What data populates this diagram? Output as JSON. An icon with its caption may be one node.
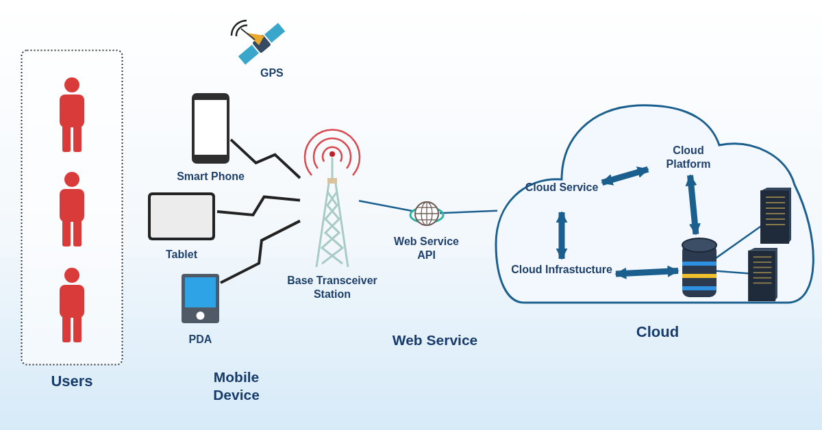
{
  "diagram": {
    "nodes": [
      {
        "text": [
          "Users"
        ]
      },
      {
        "text": [],
        "shape": "person",
        "in": 0
      },
      {
        "text": [],
        "shape": "person",
        "in": 0
      },
      {
        "text": [],
        "shape": "person",
        "in": 0
      },
      {
        "text": [
          "GPS"
        ]
      },
      {
        "text": [
          "Smart Phone"
        ]
      },
      {
        "text": [
          "Tablet"
        ]
      },
      {
        "text": [
          "PDA"
        ]
      },
      {
        "text": [
          "Base Transceiver Station"
        ]
      },
      {
        "text": [
          "Web Service API"
        ]
      },
      {
        "text": [
          "Cloud"
        ]
      },
      {
        "text": [
          "Cloud Service"
        ],
        "in": 10
      },
      {
        "text": [
          "Cloud Platform"
        ],
        "in": 10
      },
      {
        "text": [
          "Cloud Infrastucture"
        ],
        "in": 10
      },
      {
        "text": [],
        "shape": "cylinder",
        "in": 10
      },
      {
        "text": [],
        "shape": "box",
        "in": 10
      },
      {
        "text": [],
        "shape": "box",
        "in": 10
      }
    ],
    "edges": [
      {
        "from": 5,
        "to": 8,
        "arrow": "none",
        "color": "#222222"
      },
      {
        "from": 6,
        "to": 8,
        "arrow": "none",
        "color": "#222222"
      },
      {
        "from": 7,
        "to": 8,
        "arrow": "none",
        "color": "#222222"
      },
      {
        "from": 8,
        "to": 9,
        "arrow": "none"
      },
      {
        "from": 9,
        "to": 10,
        "arrow": "none"
      },
      {
        "from": 11,
        "to": 12,
        "arrow": "both",
        "style": "thick"
      },
      {
        "from": 11,
        "to": 13,
        "arrow": "both",
        "style": "thick"
      },
      {
        "from": 13,
        "to": 14,
        "arrow": "both",
        "style": "thick"
      },
      {
        "from": 12,
        "to": 14,
        "arrow": "both",
        "style": "thick"
      },
      {
        "from": 14,
        "to": 15,
        "arrow": "none"
      },
      {
        "from": 14,
        "to": 16,
        "arrow": "none"
      }
    ],
    "labels": [
      "Mobile Device",
      "Web Service"
    ]
  }
}
